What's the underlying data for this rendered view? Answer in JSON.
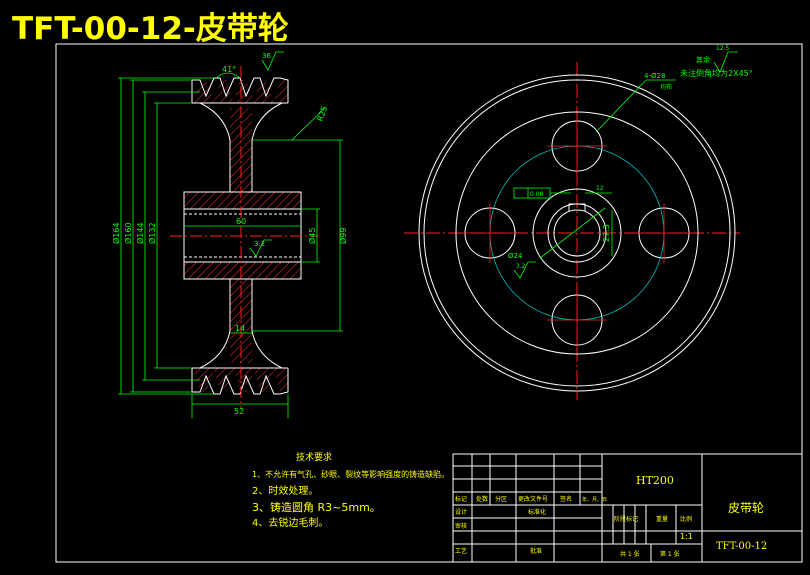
{
  "drawing_title": "TFT-00-12-皮带轮",
  "colors": {
    "outline": "#ffffff",
    "dimension": "#00ff00",
    "centerline": "#ff2020",
    "hatch": "#ff3030",
    "pitch": "#00c0c0",
    "title": "#ffff00",
    "border": "#ffffff"
  },
  "side_view": {
    "dims": {
      "angle": "41°",
      "rough_top": "36",
      "rough_hub": "3.2",
      "radius": "R25",
      "bore_len": "60",
      "rim_width": "14",
      "total_width": "52",
      "d164": "Ø164",
      "d160": "Ø160",
      "d144": "Ø144",
      "d132": "Ø132",
      "d45": "Ø45",
      "d99": "Ø99"
    }
  },
  "front_view": {
    "notes": {
      "rough_label": "12.5",
      "rest_label": "其余",
      "chamfer_note": "未注倒角均为2X45°"
    },
    "dims": {
      "holes": "4-Ø28",
      "holes_sub": "均布",
      "key_tol": "0.08",
      "key_width": "12",
      "key_depth": "27.3",
      "bore": "Ø24",
      "rough_bore": "3.2"
    }
  },
  "tech_requirements": {
    "title": "技术要求",
    "items": [
      "1、不允许有气孔、砂眼、裂纹等影响强度的铸造缺陷。",
      "2、时效处理。",
      "3、铸造圆角 R3~5mm。",
      "4、去锐边毛刺。"
    ]
  },
  "title_block": {
    "material": "HT200",
    "part_name": "皮带轮",
    "drawing_no": "TFT-00-12",
    "scale": "1:1",
    "row_labels": {
      "mark": "标记",
      "count": "处数",
      "zone": "分区",
      "change_doc": "更改文件号",
      "signature": "签名",
      "date": "年、月、日",
      "design": "设计",
      "standardize": "标准化",
      "review": "审核",
      "process": "工艺",
      "approve": "批准",
      "stage_mark": "阶段标记",
      "weight": "重量",
      "scale_label": "比例",
      "total_sheets": "共 1 张",
      "sheet_no": "第 1 张"
    }
  }
}
